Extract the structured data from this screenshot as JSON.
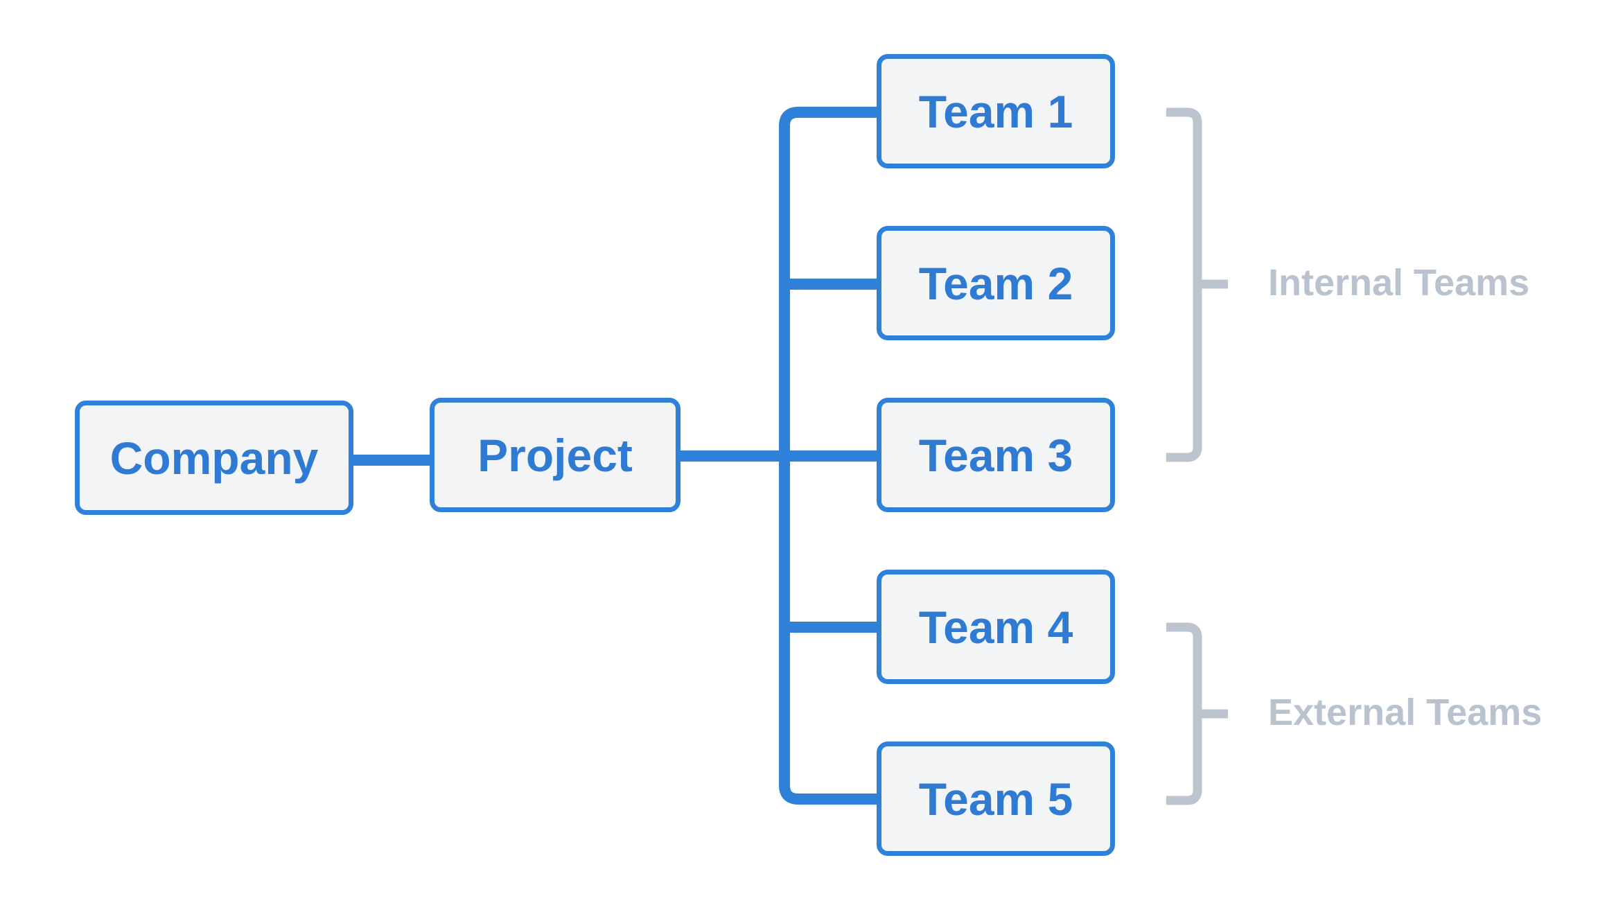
{
  "nodes": {
    "company": "Company",
    "project": "Project",
    "teams": [
      "Team 1",
      "Team 2",
      "Team 3",
      "Team 4",
      "Team 5"
    ]
  },
  "groups": {
    "internal": "Internal Teams",
    "external": "External Teams"
  },
  "colors": {
    "node_border": "#2f80d9",
    "node_fill": "#f2f4f6",
    "node_text": "#2f7ad3",
    "connector": "#2f80d9",
    "bracket": "#bcc5cf",
    "group_label": "#b8c3cf"
  }
}
